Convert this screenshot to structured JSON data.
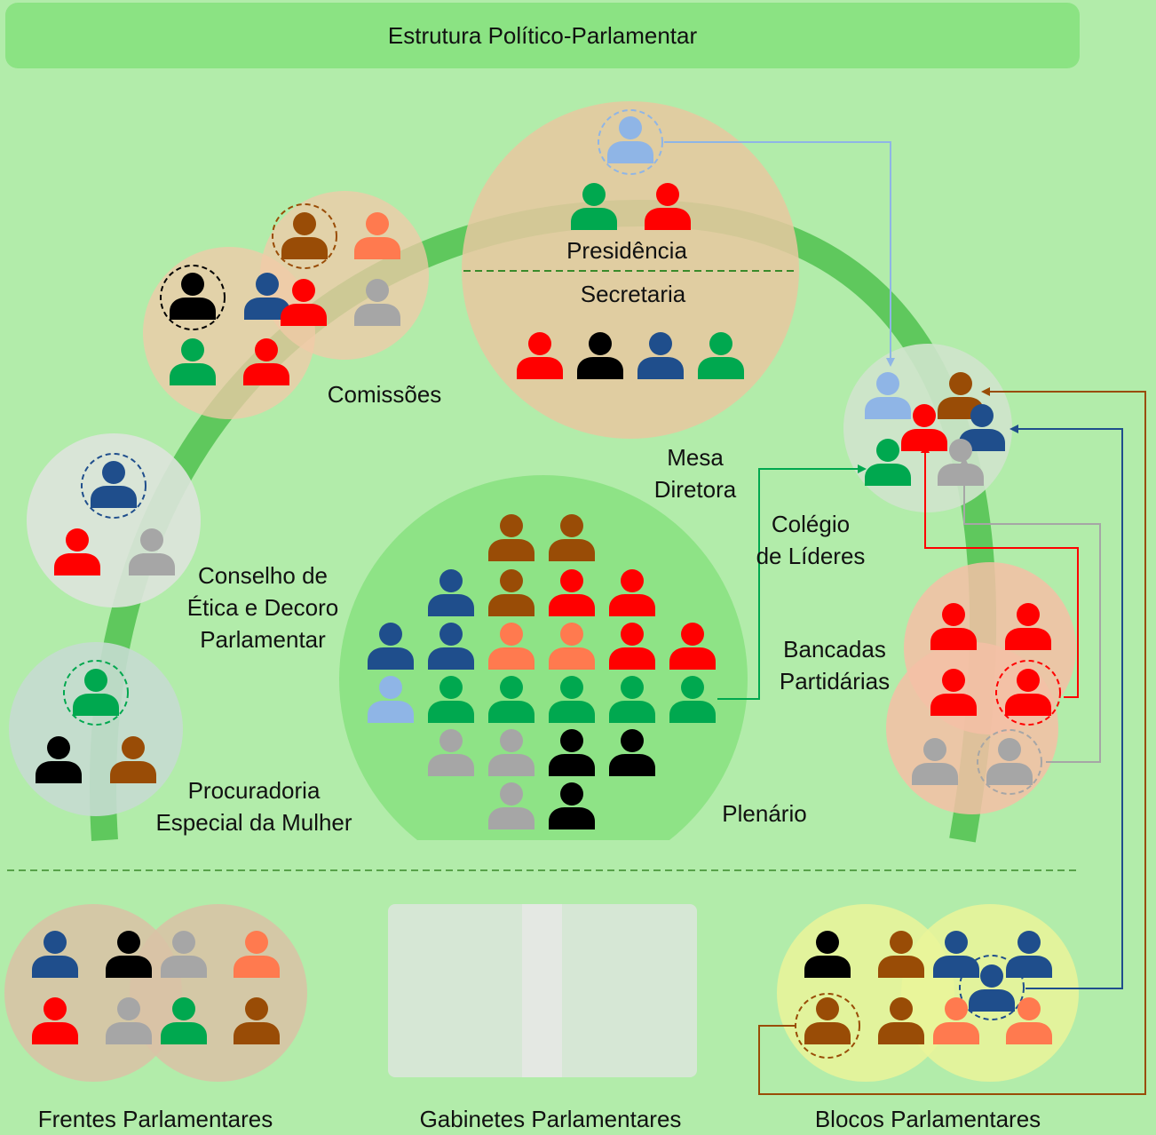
{
  "title": "Estrutura Político-Parlamentar",
  "labels": {
    "presidencia": "Presidência",
    "secretaria": "Secretaria",
    "comissoes": "Comissões",
    "mesa_l1": "Mesa",
    "mesa_l2": "Diretora",
    "colegio_l1": "Colégio",
    "colegio_l2": "de Líderes",
    "conselho_l1": "Conselho de",
    "conselho_l2": "Ética e Decoro",
    "conselho_l3": "Parlamentar",
    "bancadas_l1": "Bancadas",
    "bancadas_l2": "Partidárias",
    "procuradoria_l1": "Procuradoria",
    "procuradoria_l2": "Especial da Mulher",
    "plenario": "Plenário",
    "frentes": "Frentes Parlamentares",
    "gabinetes": "Gabinetes Parlamentares",
    "blocos": "Blocos Parlamentares"
  },
  "colors": {
    "green": "#00a84f",
    "red": "#ff0000",
    "navy": "#1f4e8c",
    "black": "#000000",
    "brown": "#994c06",
    "orange": "#ff7a4f",
    "gray": "#a6a6a6",
    "lightblue": "#8fb5e6"
  },
  "groups": {
    "presidencia": [
      "lightblue",
      "green",
      "red"
    ],
    "secretaria": [
      "red",
      "black",
      "navy",
      "green"
    ],
    "comissoes": [
      "brown",
      "orange",
      "black",
      "navy",
      "red",
      "gray",
      "green",
      "red"
    ],
    "conselho": [
      "navy",
      "red",
      "gray"
    ],
    "procuradoria": [
      "green",
      "black",
      "brown"
    ],
    "colegio": [
      "lightblue",
      "brown",
      "red",
      "navy",
      "green",
      "gray"
    ],
    "bancadas": [
      "red",
      "red",
      "red",
      "red",
      "gray",
      "gray"
    ],
    "plenario": [
      [
        "brown",
        "brown"
      ],
      [
        "navy",
        "brown",
        "red",
        "red"
      ],
      [
        "navy",
        "navy",
        "orange",
        "orange",
        "red",
        "red"
      ],
      [
        "lightblue",
        "green",
        "green",
        "green",
        "green",
        "green"
      ],
      [
        "gray",
        "gray",
        "black",
        "black"
      ],
      [
        "gray",
        "black"
      ]
    ],
    "frentes": [
      "navy",
      "black",
      "gray",
      "orange",
      "red",
      "gray",
      "green",
      "brown"
    ],
    "blocos": [
      "black",
      "brown",
      "navy",
      "navy",
      "brown",
      "navy",
      "brown",
      "orange",
      "orange"
    ]
  }
}
